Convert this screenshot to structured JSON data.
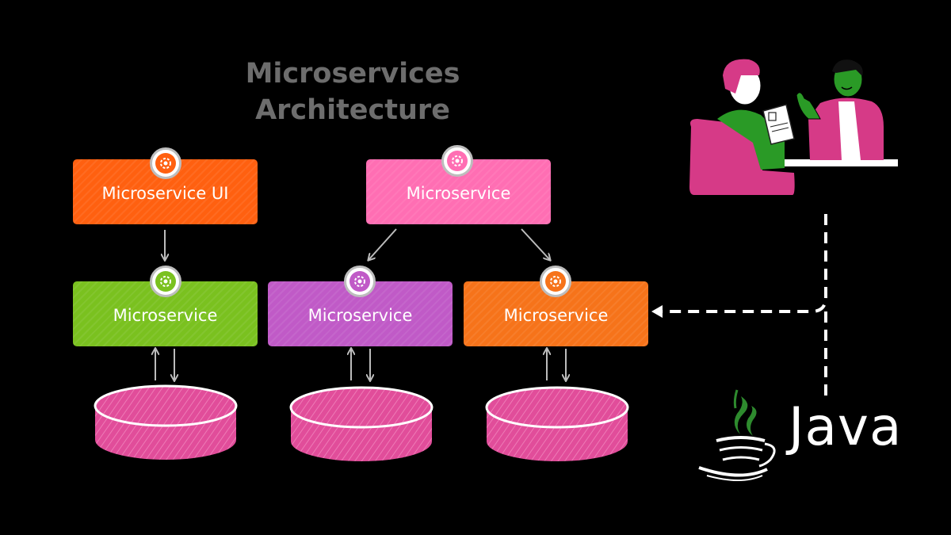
{
  "diagram": {
    "title_line1": "Microservices",
    "title_line2": "Architecture",
    "services": {
      "ui": "Microservice UI",
      "top": "Microservice",
      "green": "Microservice",
      "purple": "Microservice",
      "orange": "Microservice"
    },
    "colors": {
      "ui": "#ff6010",
      "top": "#ff6eb3",
      "green": "#7ac11f",
      "purple": "#c05ac7",
      "orange": "#f6731a",
      "database": "#e14d9a",
      "title": "#6d6d6d"
    },
    "icons": {
      "service_gear": "gear-icon",
      "database": "database-icon",
      "java_logo": "java-coffee-cup-icon",
      "people": "people-meeting-illustration"
    }
  },
  "java": {
    "wordmark": "Java"
  }
}
